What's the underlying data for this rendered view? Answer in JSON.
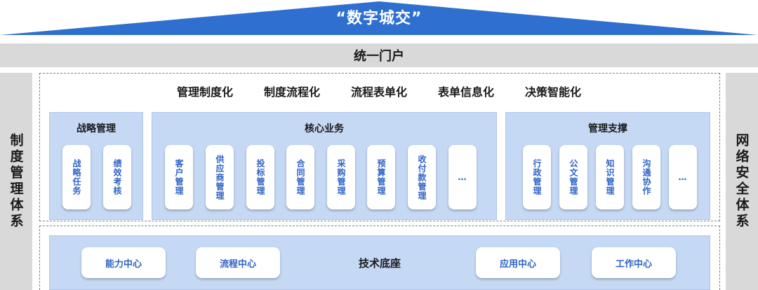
{
  "header": {
    "title": "“数字城交”",
    "roof_color": "#2e6fd0"
  },
  "portal": {
    "label": "统一门户"
  },
  "left_pillar": {
    "label": "制度管理体系"
  },
  "right_pillar": {
    "label": "网络安全体系"
  },
  "principles": [
    "管理制度化",
    "制度流程化",
    "流程表单化",
    "表单信息化",
    "决策智能化"
  ],
  "groups": {
    "strategy": {
      "title": "战略管理",
      "items": [
        "战略任务",
        "绩效考核"
      ]
    },
    "core": {
      "title": "核心业务",
      "items": [
        "客户管理",
        "供应商管理",
        "投标管理",
        "合同管理",
        "采购管理",
        "预算管理",
        "收付款管理",
        "…"
      ]
    },
    "support": {
      "title": "管理支撑",
      "items": [
        "行政管理",
        "公文管理",
        "知识管理",
        "沟通协作",
        "…"
      ]
    }
  },
  "tech_base": {
    "title": "技术底座",
    "centers": [
      "能力中心",
      "流程中心",
      "应用中心",
      "工作中心"
    ]
  },
  "colors": {
    "accent": "#2e63c6",
    "panel": "#c5d8f4",
    "pillar": "#d9d9d9"
  }
}
